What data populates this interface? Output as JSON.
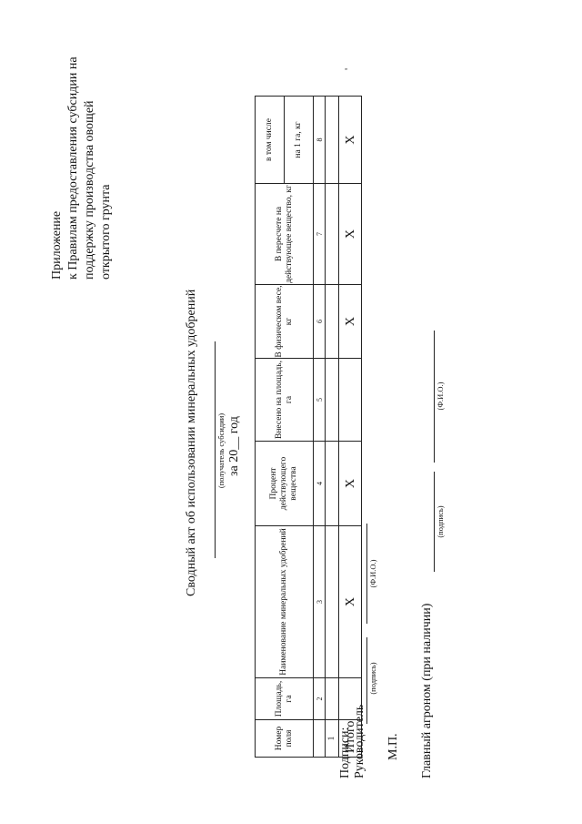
{
  "appendix": {
    "line1": "Приложение",
    "line2": "к Правилам предоставления субсидии на",
    "line3": "поддержку производства овощей",
    "line4": "открытого грунта"
  },
  "title": "Сводный акт об использовании минеральных удобрений",
  "recipient_caption": "(получатель субсидии)",
  "year_text": "за 20__ год",
  "table": {
    "headers": {
      "c1": "Номер поля",
      "c2": "Площадь, га",
      "c3": "Наименование минеральных удобрений",
      "c4": "Процент действующего вещества",
      "c5": "Внесено на площадь, га",
      "c6": "В физическом весе, кг",
      "c7": "В пересчете на действующее вещество, кг",
      "c8_top": "в том числе",
      "c8_sub": "на 1 га, кг"
    },
    "numbers": [
      "",
      "2",
      "3",
      "4",
      "5",
      "6",
      "7",
      "8"
    ],
    "row1_first": "1",
    "total": {
      "label": "Итого",
      "c3": "X",
      "c4": "X",
      "c6": "X",
      "c7": "X",
      "c8": "X"
    }
  },
  "signatures": {
    "heading": "Подписи:",
    "manager": "Руководитель",
    "signature_caption": "(подпись)",
    "name_caption": "(Ф.И.О.)",
    "mp": "М.П.",
    "agronomist": "Главный агроном (при наличии)"
  },
  "corner_mark": "'"
}
